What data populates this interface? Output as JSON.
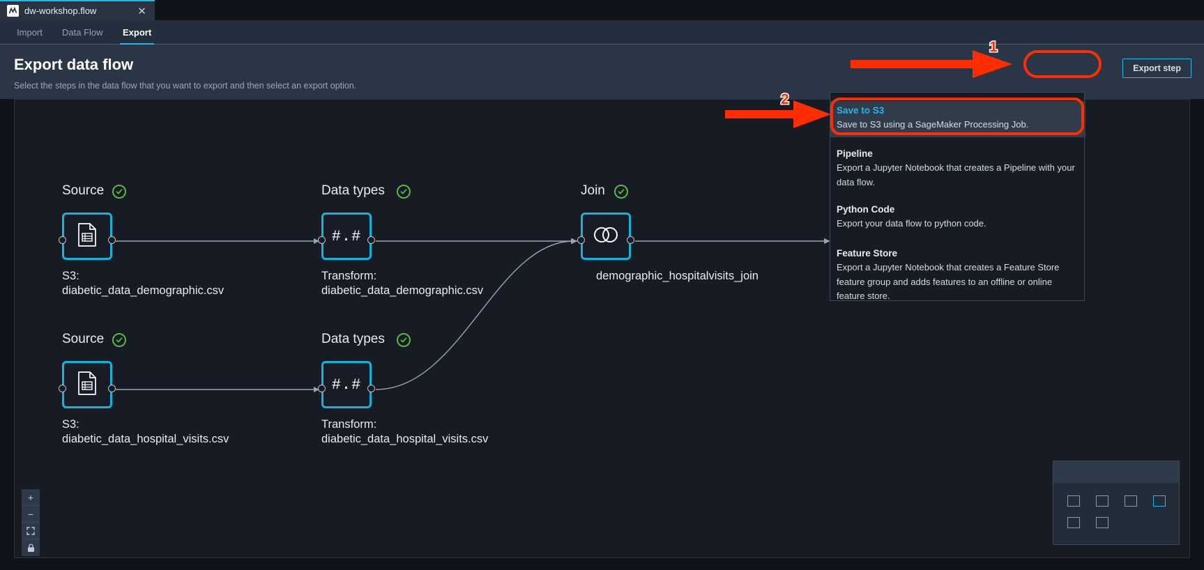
{
  "window": {
    "file_tab": {
      "name": "dw-workshop.flow",
      "icon": "flow-file-icon",
      "close_icon": "close-icon"
    }
  },
  "nav": {
    "tabs": [
      {
        "id": "import",
        "label": "Import",
        "active": false
      },
      {
        "id": "dataflow",
        "label": "Data Flow",
        "active": false
      },
      {
        "id": "export",
        "label": "Export",
        "active": true
      }
    ]
  },
  "header": {
    "title": "Export data flow",
    "subtitle": "Select the steps in the data flow that you want to export and then select an export option.",
    "export_step_label": "Export step"
  },
  "flow": {
    "nodes": [
      {
        "id": "source-demographic",
        "title": "Source",
        "status": "check",
        "icon": "data-file-icon",
        "label_line1": "S3:",
        "label_line2": "diabetic_data_demographic.csv"
      },
      {
        "id": "datatypes-demographic",
        "title": "Data types",
        "status": "check",
        "icon": "hash-dot-hash-icon",
        "glyph": "#.#",
        "label_line1": "Transform:",
        "label_line2": "diabetic_data_demographic.csv"
      },
      {
        "id": "join",
        "title": "Join",
        "status": "check",
        "icon": "join-venn-icon",
        "label_line1": "demographic_hospitalvisits_join",
        "label_line2": ""
      },
      {
        "id": "source-hospital-visits",
        "title": "Source",
        "status": "check",
        "icon": "data-file-icon",
        "label_line1": "S3:",
        "label_line2": "diabetic_data_hospital_visits.csv"
      },
      {
        "id": "datatypes-hospital-visits",
        "title": "Data types",
        "status": "check",
        "icon": "hash-dot-hash-icon",
        "glyph": "#.#",
        "label_line1": "Transform:",
        "label_line2": "diabetic_data_hospital_visits.csv"
      }
    ],
    "controls": [
      {
        "id": "zoom-in",
        "icon": "plus-icon",
        "glyph": "+"
      },
      {
        "id": "zoom-out",
        "icon": "minus-icon",
        "glyph": "−"
      },
      {
        "id": "fit-to-screen",
        "icon": "fit-screen-icon",
        "glyph": ""
      },
      {
        "id": "lock",
        "icon": "lock-icon",
        "glyph": ""
      }
    ]
  },
  "export_menu": {
    "items": [
      {
        "id": "save-to-s3",
        "title": "Save to S3",
        "description": "Save to S3 using a SageMaker Processing Job.",
        "selected": true
      },
      {
        "id": "pipeline",
        "title": "Pipeline",
        "description": "Export a Jupyter Notebook that creates a Pipeline with your data flow.",
        "selected": false
      },
      {
        "id": "python-code",
        "title": "Python Code",
        "description": "Export your data flow to python code.",
        "selected": false
      },
      {
        "id": "feature-store",
        "title": "Feature Store",
        "description": "Export a Jupyter Notebook that creates a Feature Store feature group and adds features to an offline or online feature store.",
        "selected": false
      }
    ]
  },
  "annotations": [
    {
      "id": "step-1",
      "number": "1",
      "target": "export-step-button"
    },
    {
      "id": "step-2",
      "number": "2",
      "target": "save-to-s3-menu-item"
    }
  ],
  "colors": {
    "accent": "#29b5e8",
    "node_border": "#0fb5da",
    "check_green": "#5aba3f",
    "annotation_red": "#ff2d00",
    "panel_bg": "#2a3646",
    "canvas_bg": "#161b24"
  }
}
